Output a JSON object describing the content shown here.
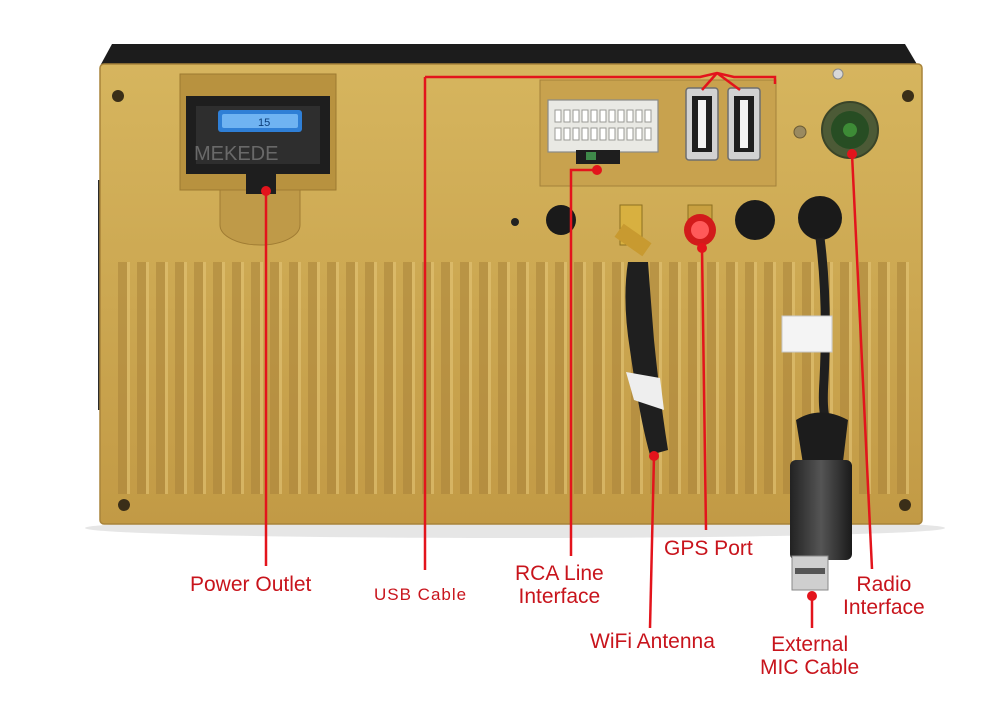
{
  "brand": {
    "watermark": "MEKEDE"
  },
  "colors": {
    "panel": "#c9a650",
    "label_red": "#c8141c",
    "line_red": "#e3141c"
  },
  "labels": {
    "power_outlet": "Power Outlet",
    "usb_cable": "USB Cable",
    "rca_line_1": "RCA Line",
    "rca_line_2": "Interface",
    "wifi_antenna": "WiFi Antenna",
    "gps_port": "GPS Port",
    "ext_mic_1": "External",
    "ext_mic_2": "MIC Cable",
    "radio_1": "Radio",
    "radio_2": "Interface"
  },
  "fuse_text": "15"
}
